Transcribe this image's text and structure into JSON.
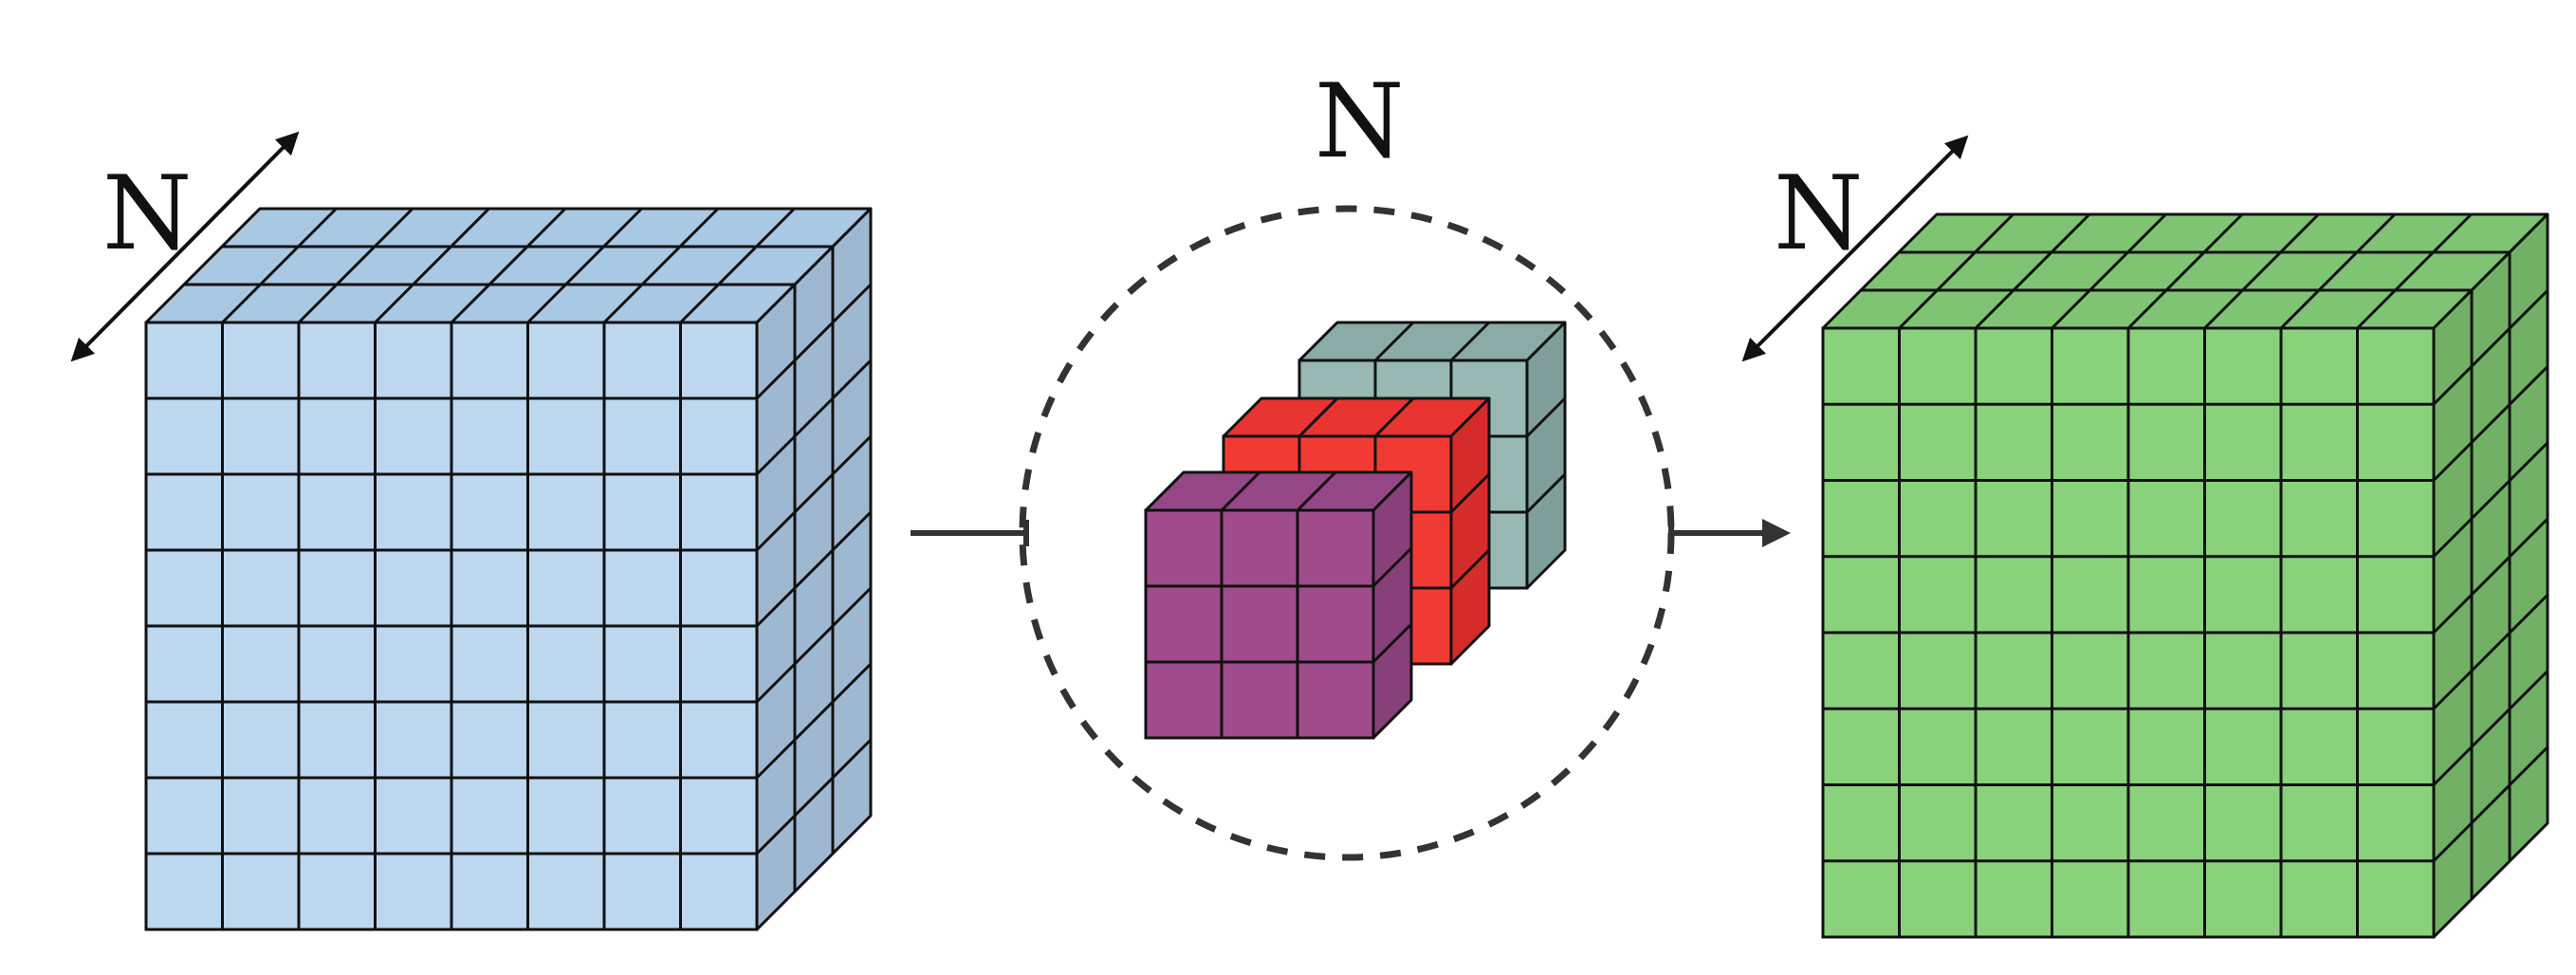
{
  "labels": {
    "left_dimension": "N",
    "center_dimension": "N",
    "right_dimension": "N"
  },
  "colors": {
    "left_cube_front": "#bcd7ee",
    "left_cube_top": "#a9c8e4",
    "left_cube_side": "#9fb8d2",
    "right_cube_front": "#8ad17c",
    "right_cube_top": "#7fc472",
    "right_cube_side": "#72b066",
    "kernel_back_front": "#97b8b3",
    "kernel_back_top": "#8aaba6",
    "kernel_back_side": "#7f9e99",
    "kernel_mid_front": "#f23a34",
    "kernel_mid_top": "#e83430",
    "kernel_mid_side": "#d52c2b",
    "kernel_front_front": "#a04c8c",
    "kernel_front_top": "#954685",
    "kernel_front_side": "#874079",
    "line": "#111111",
    "connector": "#333333"
  },
  "diagram": {
    "left_cube_grid": "8x8x3",
    "kernel_grid": "3x3x1",
    "right_cube_grid": "8x8x3"
  }
}
